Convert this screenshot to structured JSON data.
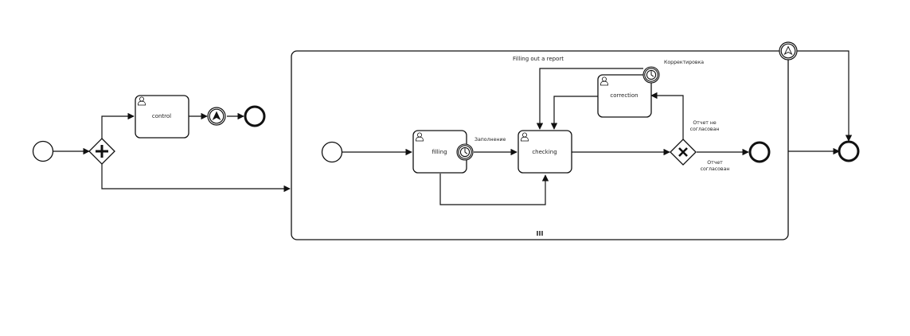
{
  "diagram": {
    "tasks": {
      "control": "control",
      "filling": "filling",
      "checking": "checking",
      "correction": "correction"
    },
    "subprocess": {
      "title": "Filling out a report",
      "marker": "III"
    },
    "labels": {
      "timer_filling": "Заполнение",
      "timer_correction": "Корректировка",
      "gw_not_agreed_1": "Отчет не",
      "gw_not_agreed_2": "согласован",
      "gw_agreed_1": "Отчет",
      "gw_agreed_2": "согласован"
    },
    "icons": {
      "user_task": "user-icon",
      "timer": "clock-icon",
      "escalation": "escalation-icon",
      "parallel_gateway": "plus-icon",
      "exclusive_gateway": "x-icon"
    }
  }
}
